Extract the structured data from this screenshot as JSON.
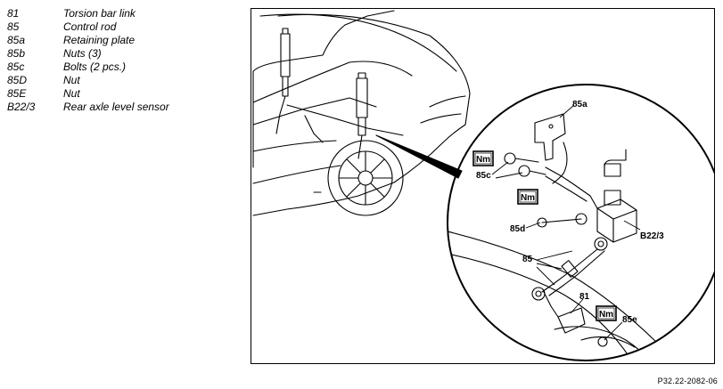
{
  "legend": [
    {
      "code": "81",
      "description": "Torsion bar link"
    },
    {
      "code": "85",
      "description": "Control rod"
    },
    {
      "code": "85a",
      "description": "Retaining plate"
    },
    {
      "code": "85b",
      "description": "Nuts (3)"
    },
    {
      "code": "85c",
      "description": "Bolts (2 pcs.)"
    },
    {
      "code": "85D",
      "description": "Nut"
    },
    {
      "code": "85E",
      "description": "Nut"
    },
    {
      "code": "B22/3",
      "description": "Rear axle level sensor"
    }
  ],
  "callouts": {
    "c85a": "85a",
    "c85c": "85c",
    "c85d": "85d",
    "c85": "85",
    "c81": "81",
    "c85e": "85e",
    "cB223": "B22/3"
  },
  "torque_symbol": "Nm",
  "figure_ref": "P32.22-2082-06"
}
